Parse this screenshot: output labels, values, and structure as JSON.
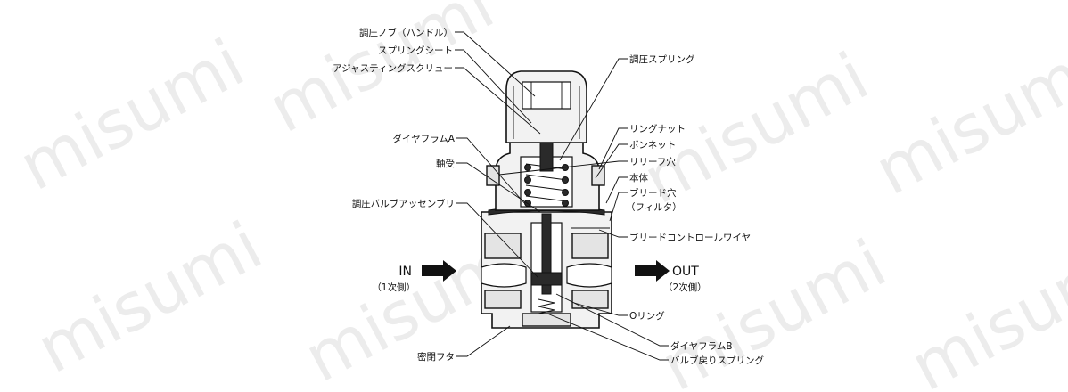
{
  "watermark": "misumi",
  "labels": {
    "knob": "調圧ノブ（ハンドル）",
    "spring_seat": "スプリングシート",
    "adjusting_screw": "アジャスティングスクリュー",
    "diaphragm_a": "ダイヤフラムA",
    "bearing": "軸受",
    "valve_assembly": "調圧バルブアッセンブリ",
    "pressure_spring": "調圧スプリング",
    "ring_nut": "リングナット",
    "bonnet": "ボンネット",
    "relief_hole": "リリーフ穴",
    "body": "本体",
    "bleed_hole": "ブリード穴",
    "filter": "（フィルタ）",
    "bleed_wire": "ブリードコントロールワイヤ",
    "o_ring": "Oリング",
    "diaphragm_b": "ダイヤフラムB",
    "seal_cap": "密閉フタ",
    "valve_return_spring": "バルブ戻りスプリング"
  },
  "ports": {
    "in_label": "IN",
    "in_sub": "（1次側）",
    "out_label": "OUT",
    "out_sub": "（2次側）"
  }
}
